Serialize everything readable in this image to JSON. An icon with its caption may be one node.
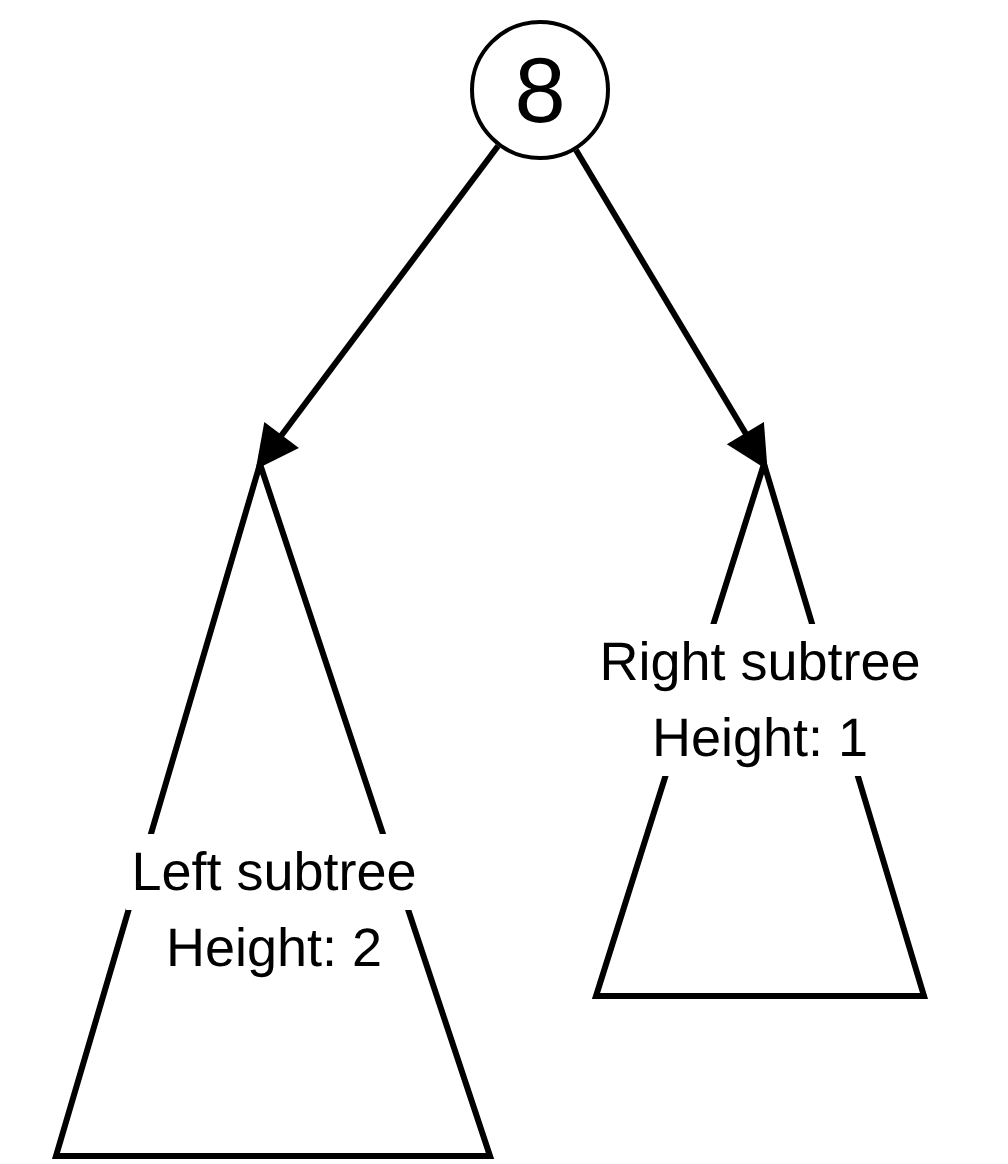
{
  "diagram": {
    "nodes": [
      {
        "text": [
          "8"
        ]
      },
      {
        "text": [
          "Left subtree",
          "Height: 2"
        ]
      },
      {
        "text": [
          "Right subtree",
          "Height: 1"
        ]
      }
    ],
    "edges": [
      {
        "from": 0,
        "to": 1,
        "arrow": "to"
      },
      {
        "from": 0,
        "to": 2,
        "arrow": "to"
      }
    ]
  }
}
